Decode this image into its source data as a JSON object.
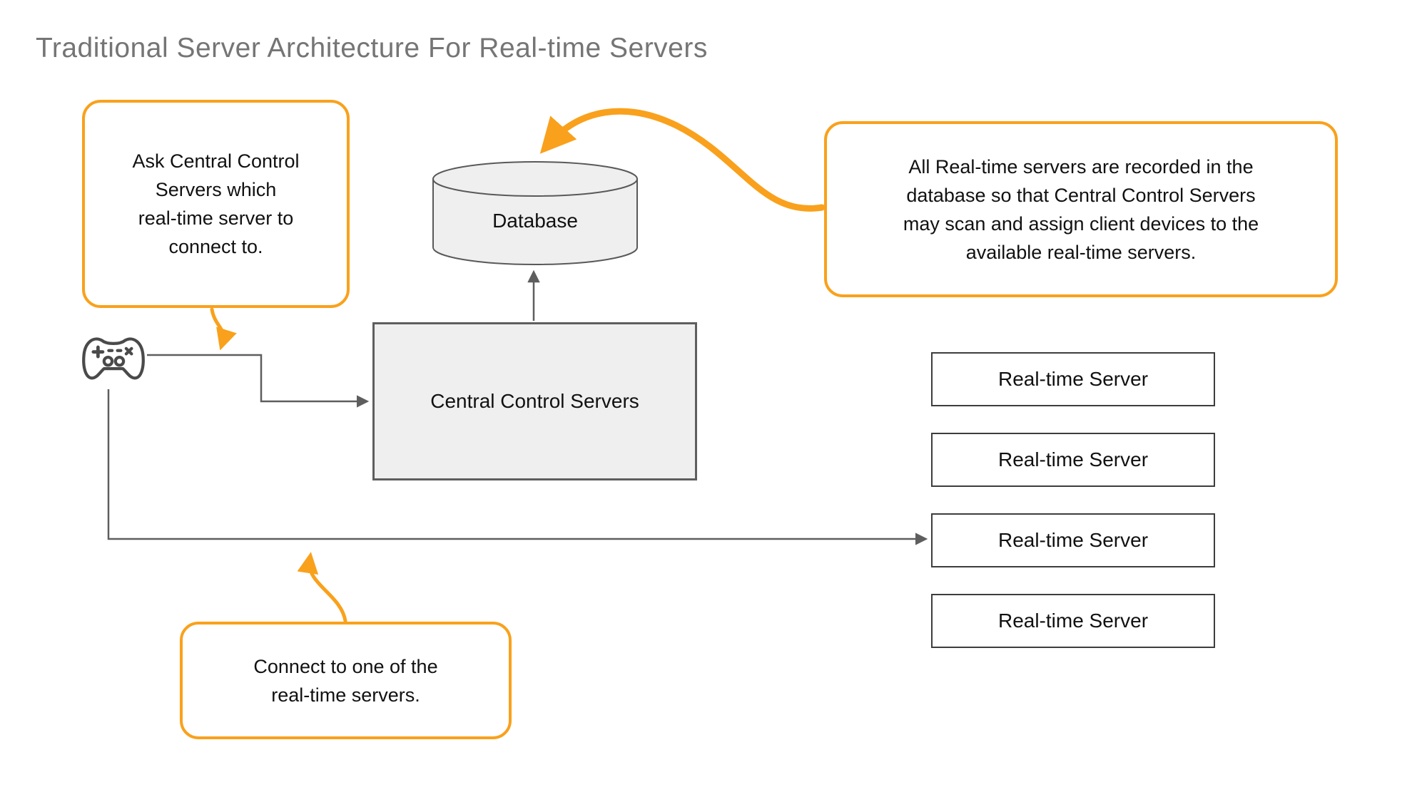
{
  "title": "Traditional Server Architecture For Real-time Servers",
  "callouts": {
    "ask_lines": [
      "Ask Central Control",
      "Servers which",
      "real-time server to",
      "connect to."
    ],
    "recorded_lines": [
      "All Real-time servers are recorded in the",
      "database so that Central Control Servers",
      "may scan and assign client devices to the",
      "available real-time servers."
    ],
    "connect_lines": [
      "Connect to one of the",
      "real-time servers."
    ]
  },
  "nodes": {
    "database_label": "Database",
    "central_control_label": "Central Control Servers",
    "realtime_servers": [
      "Real-time Server",
      "Real-time Server",
      "Real-time Server",
      "Real-time Server"
    ]
  },
  "icons": {
    "client_device": "gamepad-controller-icon"
  },
  "colors": {
    "accent_orange": "#F9A11C",
    "connector_gray": "#5E5E5E",
    "node_fill_gray": "#EFEFEF",
    "node_border_gray": "#5E5E5E",
    "server_box_border": "#3D3D3D",
    "title_gray": "#757575",
    "text_black": "#111111",
    "background": "#FFFFFF"
  }
}
